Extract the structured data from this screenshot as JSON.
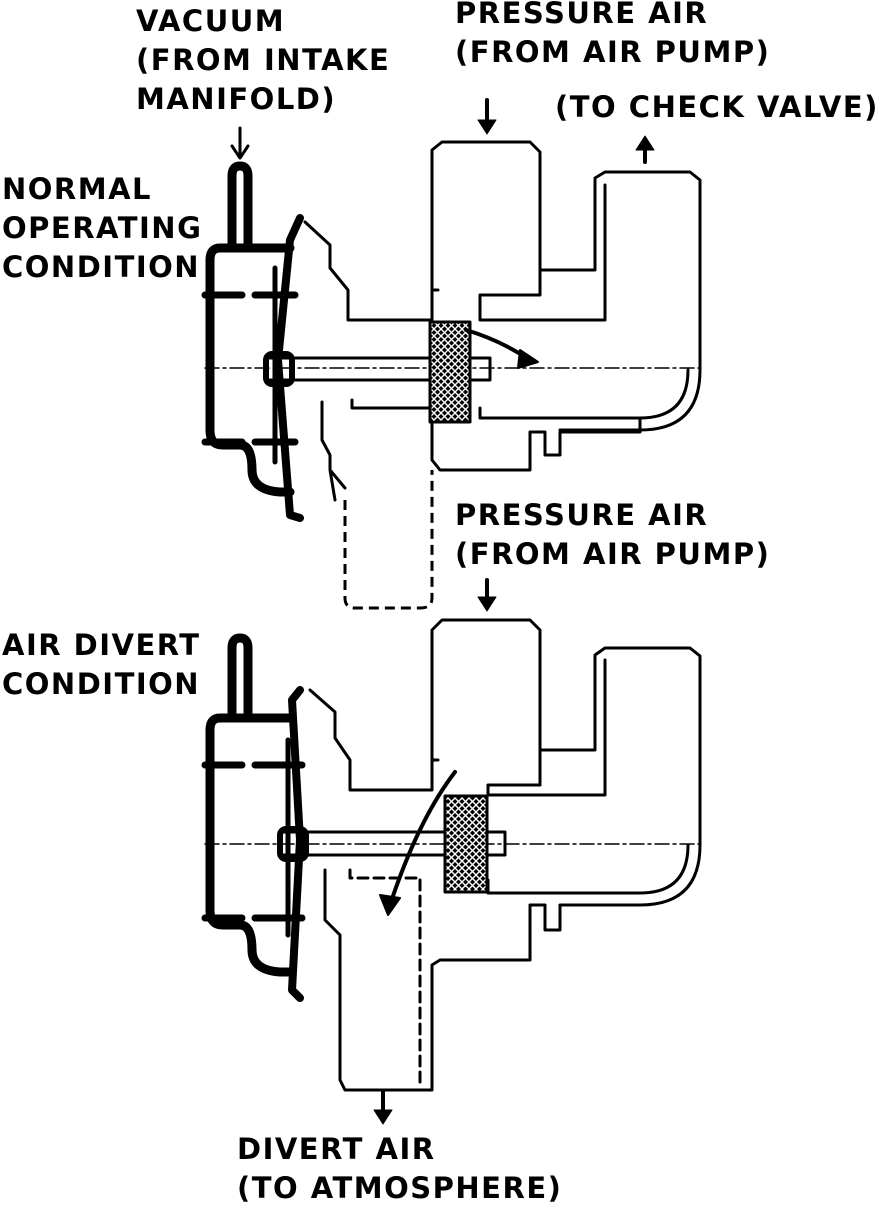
{
  "labels": {
    "vacuum": [
      "VACUUM",
      "(FROM INTAKE",
      "MANIFOLD)"
    ],
    "pressure_air_top": [
      "PRESSURE AIR",
      "(FROM AIR PUMP)"
    ],
    "to_check_valve": "(TO CHECK VALVE)",
    "normal_condition": [
      "NORMAL",
      "OPERATING",
      "CONDITION"
    ],
    "pressure_air_bottom": [
      "PRESSURE AIR",
      "(FROM AIR PUMP)"
    ],
    "air_divert_condition": [
      "AIR DIVERT",
      "CONDITION"
    ],
    "divert_air": [
      "DIVERT AIR",
      "(TO ATMOSPHERE)"
    ]
  },
  "colors": {
    "ink": "#000000",
    "paper": "#ffffff"
  }
}
